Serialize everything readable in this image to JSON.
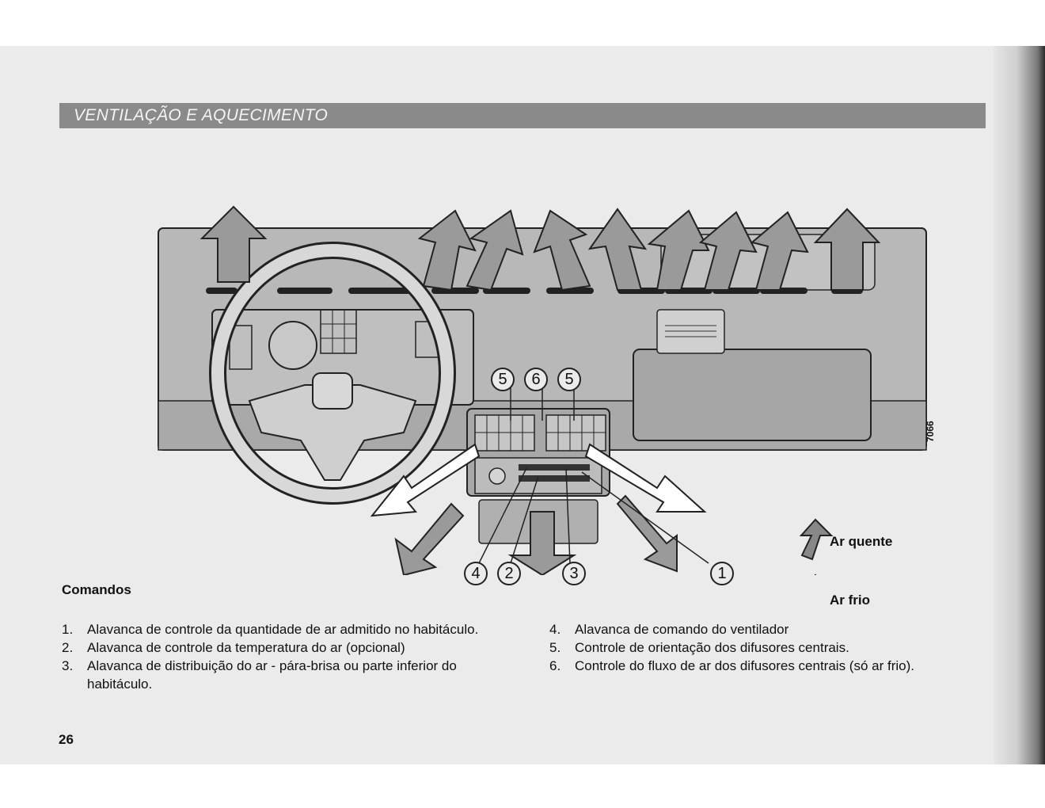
{
  "header": {
    "title": "VENTILAÇÃO E AQUECIMENTO"
  },
  "figure": {
    "callouts": [
      "5",
      "6",
      "5",
      "4",
      "2",
      "3",
      "1"
    ],
    "code": "7066",
    "legend": {
      "hot_air": "Ar quente",
      "cold_air": "Ar frio"
    }
  },
  "controls": {
    "heading": "Comandos",
    "left_items": [
      {
        "num": "1.",
        "text": "Alavanca de controle da quantidade de ar admitido no habitáculo."
      },
      {
        "num": "2.",
        "text": "Alavanca de controle da temperatura do ar (opcional)"
      },
      {
        "num": "3.",
        "text": "Alavanca de distribuição do ar - pára-brisa ou parte inferior do habitáculo."
      }
    ],
    "right_items": [
      {
        "num": "4.",
        "text": "Alavanca de comando do ventilador"
      },
      {
        "num": "5.",
        "text": "Controle de orientação dos difusores centrais."
      },
      {
        "num": "6.",
        "text": "Controle do fluxo de ar dos difusores centrais (só ar frio)."
      }
    ]
  },
  "page_number": "26",
  "colors": {
    "page": "#ebebeb",
    "header_bar": "#8a8a8a",
    "hot_arrow": "#9a9a9a",
    "cold_arrow": "#ffffff",
    "dashboard": "#b8b8b8"
  }
}
